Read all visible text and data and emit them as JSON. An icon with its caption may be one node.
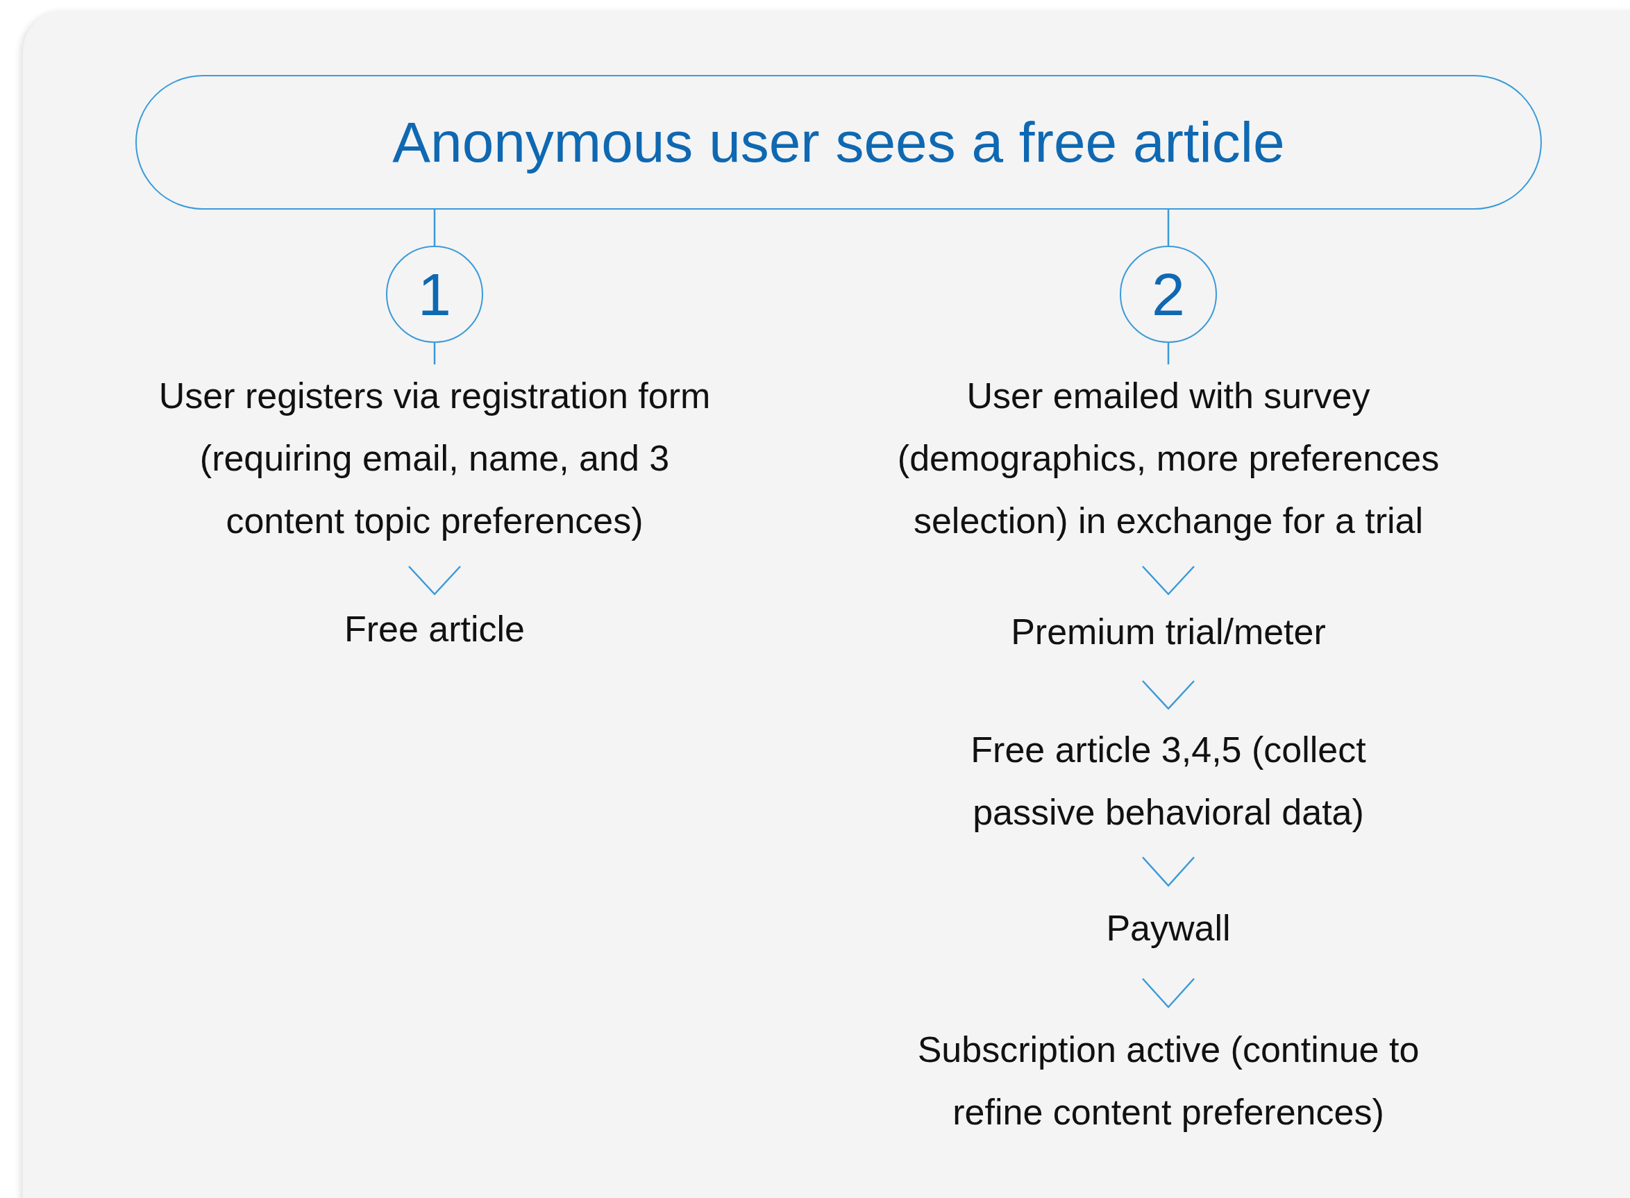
{
  "diagram": {
    "nodes": [
      {
        "text": [
          "Anonymous user sees a free article"
        ]
      },
      {
        "text": [
          "1"
        ]
      },
      {
        "text": [
          "2"
        ]
      },
      {
        "text": [
          "User registers via registration form (requiring email, name, and 3 content topic preferences)"
        ]
      },
      {
        "text": [
          "Free article"
        ]
      },
      {
        "text": [
          "User emailed with survey (demographics, more preferences selection) in exchange for a trial"
        ]
      },
      {
        "text": [
          "Premium trial/meter"
        ]
      },
      {
        "text": [
          "Free article 3,4,5 (collect passive behavioral data)"
        ]
      },
      {
        "text": [
          "Paywall"
        ]
      },
      {
        "text": [
          "Subscription active (continue to refine content preferences)"
        ]
      }
    ],
    "edges": [
      {
        "from": 0,
        "to": 1,
        "arrow": "none"
      },
      {
        "from": 1,
        "to": 3,
        "arrow": "none"
      },
      {
        "from": 0,
        "to": 2,
        "arrow": "none"
      },
      {
        "from": 2,
        "to": 5,
        "arrow": "none"
      },
      {
        "from": 3,
        "to": 4,
        "arrow": "to"
      },
      {
        "from": 5,
        "to": 6,
        "arrow": "to"
      },
      {
        "from": 6,
        "to": 7,
        "arrow": "to"
      },
      {
        "from": 7,
        "to": 8,
        "arrow": "to"
      },
      {
        "from": 8,
        "to": 9,
        "arrow": "to"
      }
    ]
  }
}
